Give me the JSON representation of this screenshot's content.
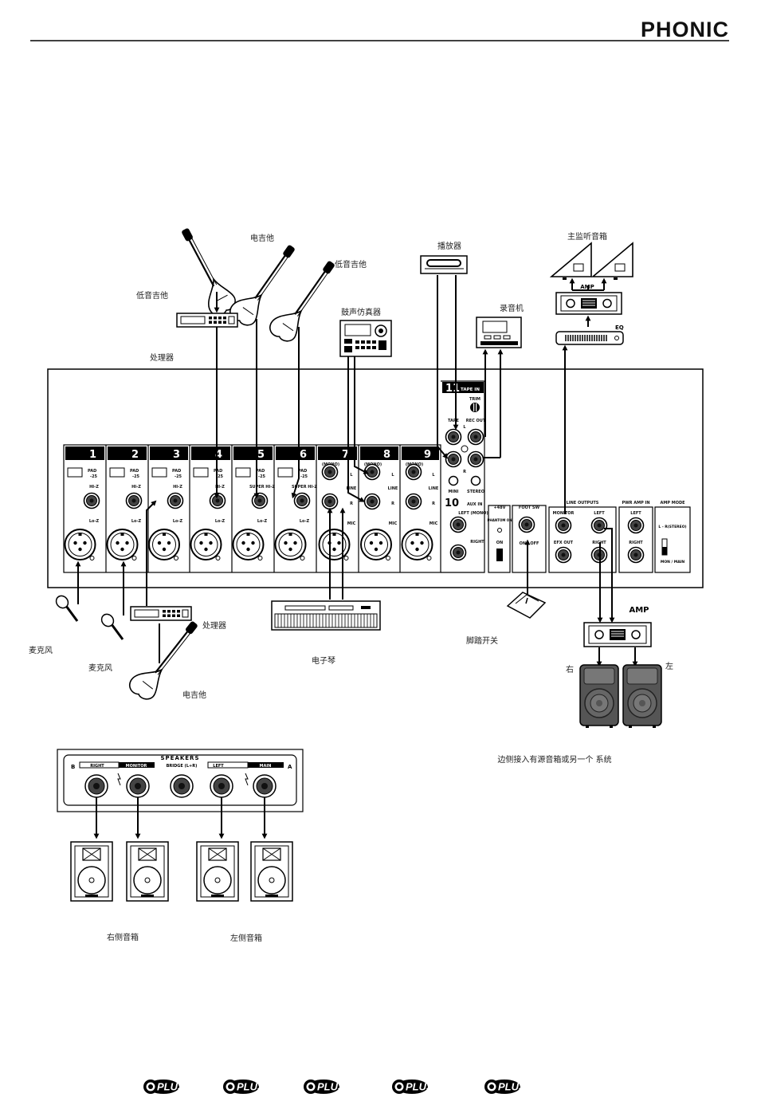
{
  "header": {
    "brand": "PHONIC"
  },
  "labels": {
    "electric_guitar_top": "电吉他",
    "bass_guitar_right": "低音吉他",
    "bass_guitar_left": "低音吉他",
    "player": "播放器",
    "main_monitor_speakers": "主监听音箱",
    "drum_machine": "鼓声仿真器",
    "recorder": "录音机",
    "processor_top": "处理器",
    "processor_bottom": "处理器",
    "mic_left": "麦克风",
    "mic_right": "麦克风",
    "electric_guitar_bottom": "电吉他",
    "keyboard": "电子琴",
    "footswitch": "脚踏开关",
    "right": "右",
    "left": "左",
    "side_note": "边侧接入有源音箱或另一个     系统",
    "right_speakers": "右侧音箱",
    "left_speakers": "左侧音箱"
  },
  "mixer": {
    "channels": [
      "1",
      "2",
      "3",
      "4",
      "5",
      "6",
      "7",
      "8",
      "9"
    ],
    "pad": "PAD",
    "pad_db": "-25",
    "hi_z": "HI-Z",
    "lo_z": "Lo-Z",
    "super_hi_z": "SUPER HI-Z",
    "line": "LINE",
    "mic": "MIC",
    "mono": "(MONO)",
    "l": "L",
    "r": "R",
    "tape_in_num": "11",
    "tape_in": "TAPE IN",
    "trim": "TRIM",
    "tape": "TAPE",
    "rec_out": "REC OUT",
    "mini": "MINI",
    "stereo": "STEREO",
    "aux_num": "10",
    "aux_in": "AUX IN",
    "left_mono": "LEFT (MONO)",
    "right": "RIGHT",
    "phantom_hdr": "+48V",
    "phantom": "PHANTOM ON",
    "on": "ON",
    "foot_sw": "FOOT SW",
    "on_off": "ON / OFF",
    "line_outputs": "LINE OUTPUTS",
    "monitor": "MONITOR",
    "efx_out": "EFX OUT",
    "left": "LEFT",
    "pwr_amp_in": "PWR AMP IN",
    "amp_mode": "AMP MODE",
    "amp_stereo": "L - R(STEREO)",
    "mon_main": "MON / MAIN"
  },
  "devices": {
    "amp_top": "AMP",
    "eq": "EQ",
    "amp_bottom": "AMP"
  },
  "speakers_panel": {
    "title": "SPEAKERS",
    "b": "B",
    "a": "A",
    "right": "RIGHT",
    "monitor": "MONITOR",
    "bridge": "BRIDGE (L+R)",
    "left": "LEFT",
    "main": "MAIN"
  },
  "footer": {
    "plus_logos": [
      "PLUS",
      "PLUS",
      "PLUS",
      "PLUS",
      "PLUS"
    ]
  }
}
